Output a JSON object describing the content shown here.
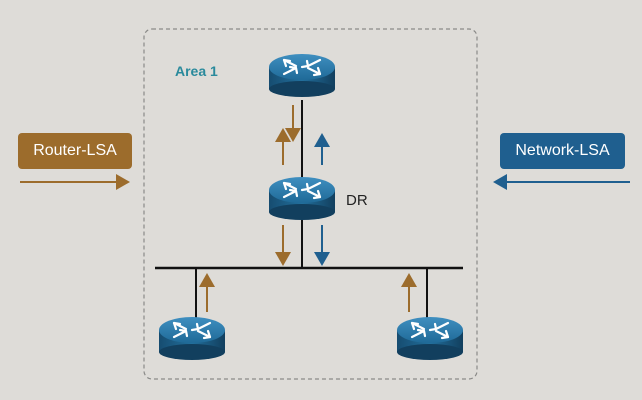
{
  "area": {
    "label": "Area 1"
  },
  "dr": {
    "label": "DR"
  },
  "legend": {
    "router_lsa": "Router-LSA",
    "network_lsa": "Network-LSA"
  },
  "colors": {
    "router_lsa": "#9c6c2c",
    "network_lsa": "#1f5f8f",
    "router_body": "#1d5f86",
    "background": "#dedcd8"
  },
  "icons": {
    "router": "router-icon"
  }
}
